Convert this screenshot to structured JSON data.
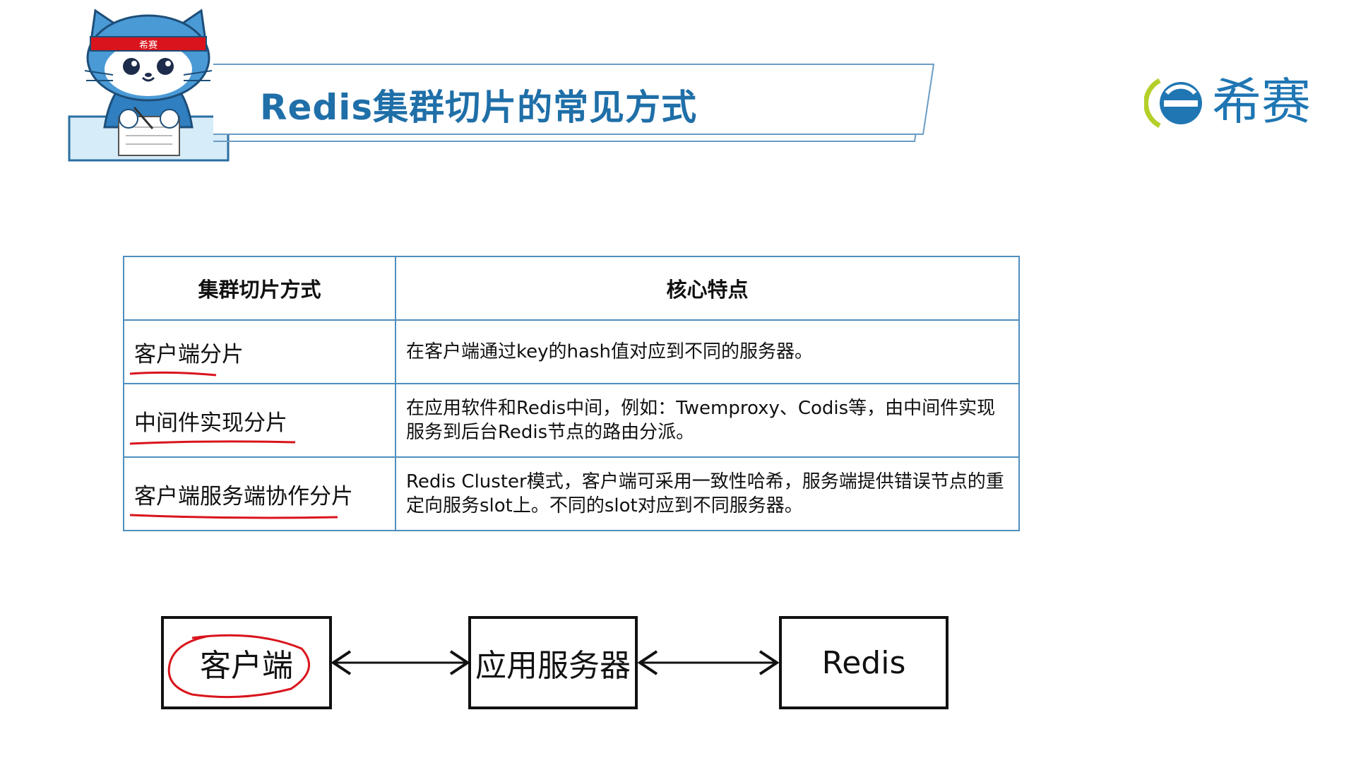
{
  "header": {
    "title": "Redis集群切片的常见方式",
    "brand_name": "希赛",
    "mascot_headband": "希赛",
    "brand_logo_icon": "xisai-e-logo-icon",
    "mascot_icon": "cat-mascot-writing-icon"
  },
  "colors": {
    "title": "#1f6fa8",
    "table_border": "#4f8fbf",
    "annotation_red": "#d9141c",
    "brand_blue": "#1f76b3",
    "brand_green": "#b5cf2a"
  },
  "table": {
    "headers": [
      "集群切片方式",
      "核心特点"
    ],
    "rows": [
      {
        "method": "客户端分片",
        "feature": "在客户端通过key的hash值对应到不同的服务器。"
      },
      {
        "method": "中间件实现分片",
        "feature": "在应用软件和Redis中间，例如：Twemproxy、Codis等，由中间件实现服务到后台Redis节点的路由分派。"
      },
      {
        "method": "客户端服务端协作分片",
        "feature": "Redis Cluster模式，客户端可采用一致性哈希，服务端提供错误节点的重定向服务slot上。不同的slot对应到不同服务器。"
      }
    ]
  },
  "diagram": {
    "nodes": [
      "客户端",
      "应用服务器",
      "Redis"
    ],
    "arrow_icon": "double-headed-arrow-icon"
  }
}
